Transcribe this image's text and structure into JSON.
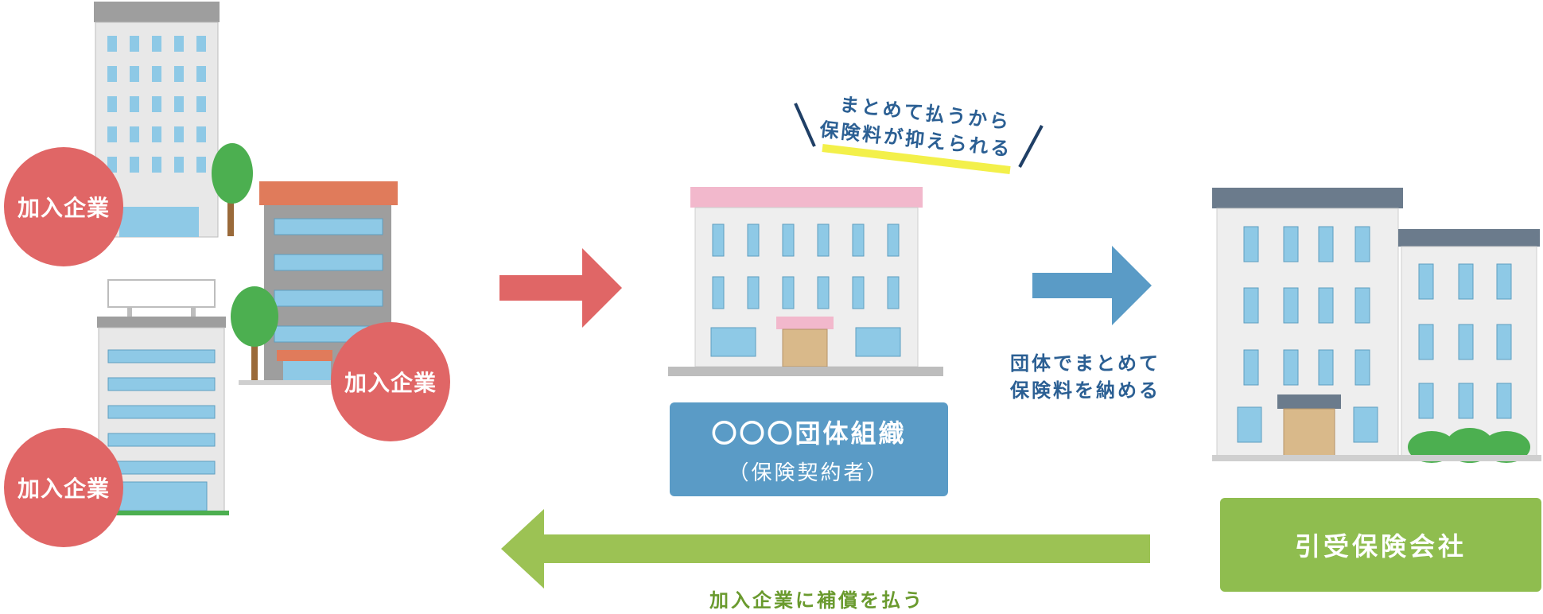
{
  "member_company_label": "加入企業",
  "member_badges": [
    {
      "label": "加入企業"
    },
    {
      "label": "加入企業"
    },
    {
      "label": "加入企業"
    }
  ],
  "organization": {
    "name": "〇〇〇団体組織",
    "role": "（保険契約者）"
  },
  "insurer": {
    "name": "引受保険会社"
  },
  "captions": {
    "bulk_line1": "まとめて払うから",
    "bulk_line2": "保険料が抑えられる",
    "pay_line1": "団体でまとめて",
    "pay_line2": "保険料を納める",
    "compensate": "加入企業に補償を払う"
  },
  "colors": {
    "member": "#e06666",
    "organization": "#5a9bc6",
    "insurer": "#8fbd4f",
    "arrow_member": "#e06666",
    "arrow_pay": "#5a9bc6",
    "arrow_compensate": "#9cc254",
    "caption_blue": "#2b5f93",
    "caption_green": "#6a9a2e",
    "highlight": "#f3f04a"
  },
  "icons": [
    "office-building-icon",
    "tree-icon",
    "arrow-right-icon",
    "arrow-left-icon"
  ]
}
